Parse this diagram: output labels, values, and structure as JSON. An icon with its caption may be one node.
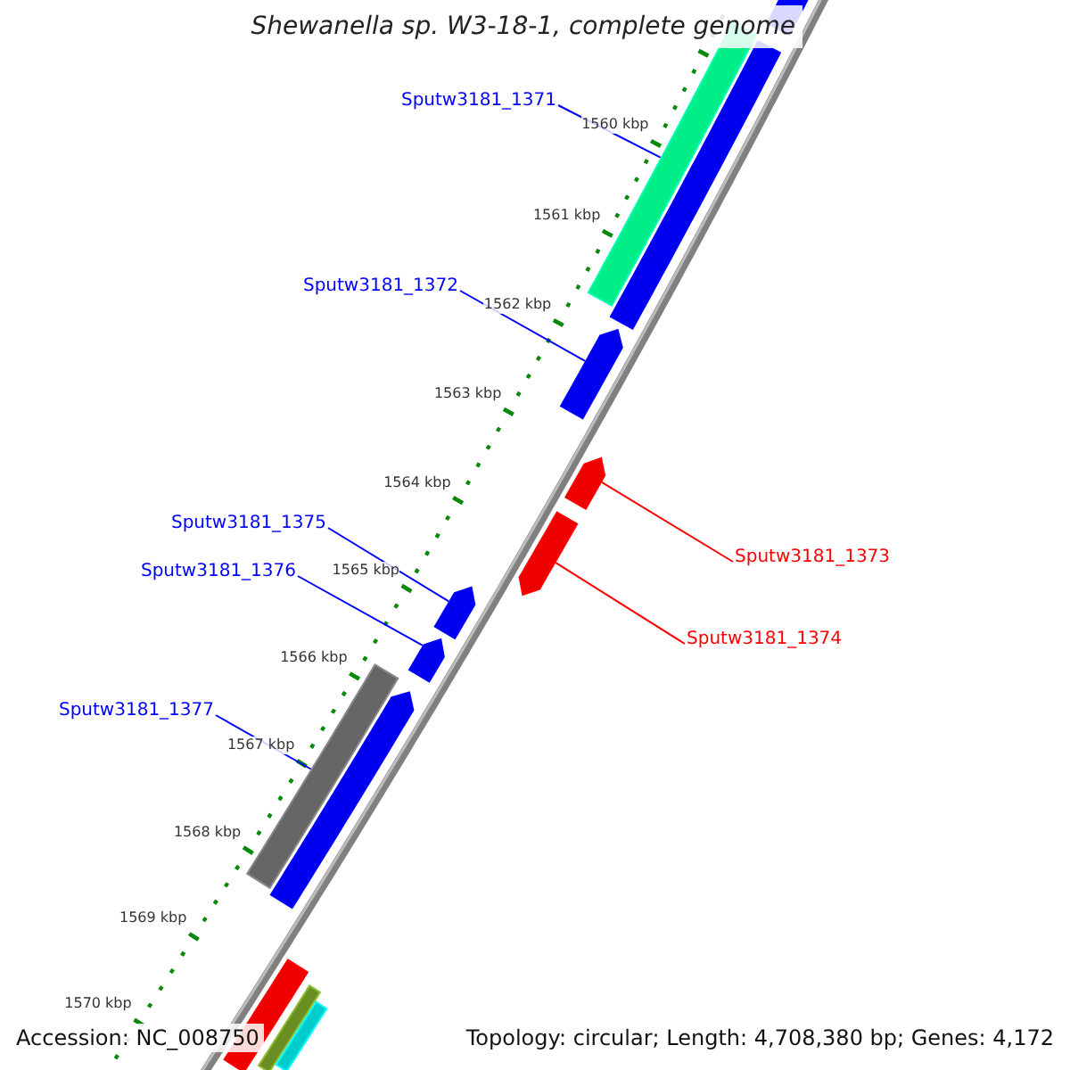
{
  "diagram": {
    "title": "Shewanella sp. W3-18-1, complete genome",
    "nodes": [
      {
        "text": [
          "Sputw3181_1371"
        ]
      },
      {
        "text": [
          "Sputw3181_1372"
        ]
      },
      {
        "text": [
          "Sputw3181_1375"
        ]
      },
      {
        "text": [
          "Sputw3181_1373"
        ]
      },
      {
        "text": [
          "Sputw3181_1376"
        ]
      },
      {
        "text": [
          "Sputw3181_1374"
        ]
      },
      {
        "text": [
          "Sputw3181_1377"
        ]
      },
      {
        "text": [],
        "shape": "bar"
      },
      {
        "text": [],
        "shape": "bar"
      },
      {
        "text": [],
        "shape": "bar"
      },
      {
        "text": [],
        "shape": "pentagon"
      },
      {
        "text": [],
        "shape": "pentagon"
      },
      {
        "text": [],
        "shape": "pentagon"
      },
      {
        "text": [],
        "shape": "pentagon"
      },
      {
        "text": [],
        "shape": "pentagon"
      },
      {
        "text": [],
        "shape": "bar"
      },
      {
        "text": [],
        "shape": "pentagon"
      },
      {
        "text": [],
        "shape": "bar"
      },
      {
        "text": [],
        "shape": "bar"
      },
      {
        "text": [],
        "shape": "bar"
      }
    ],
    "edges": [
      {
        "from": 0,
        "to": 8,
        "arrow": "none"
      },
      {
        "from": 1,
        "to": 10,
        "arrow": "none"
      },
      {
        "from": 2,
        "to": 13,
        "arrow": "none"
      },
      {
        "from": 3,
        "to": 11,
        "arrow": "none",
        "color": "#ff0000"
      },
      {
        "from": 4,
        "to": 14,
        "arrow": "none"
      },
      {
        "from": 5,
        "to": 12,
        "arrow": "none",
        "color": "#ff0000"
      },
      {
        "from": 6,
        "to": 15,
        "arrow": "none"
      }
    ],
    "labels": [
      "1560 kbp",
      "1561 kbp",
      "1562 kbp",
      "1563 kbp",
      "1564 kbp",
      "1565 kbp",
      "1566 kbp",
      "1567 kbp",
      "1568 kbp",
      "1569 kbp",
      "1570 kbp",
      "Accession: NC_008750",
      "Topology: circular; Length: 4,708,380 bp; Genes: 4,172"
    ]
  }
}
